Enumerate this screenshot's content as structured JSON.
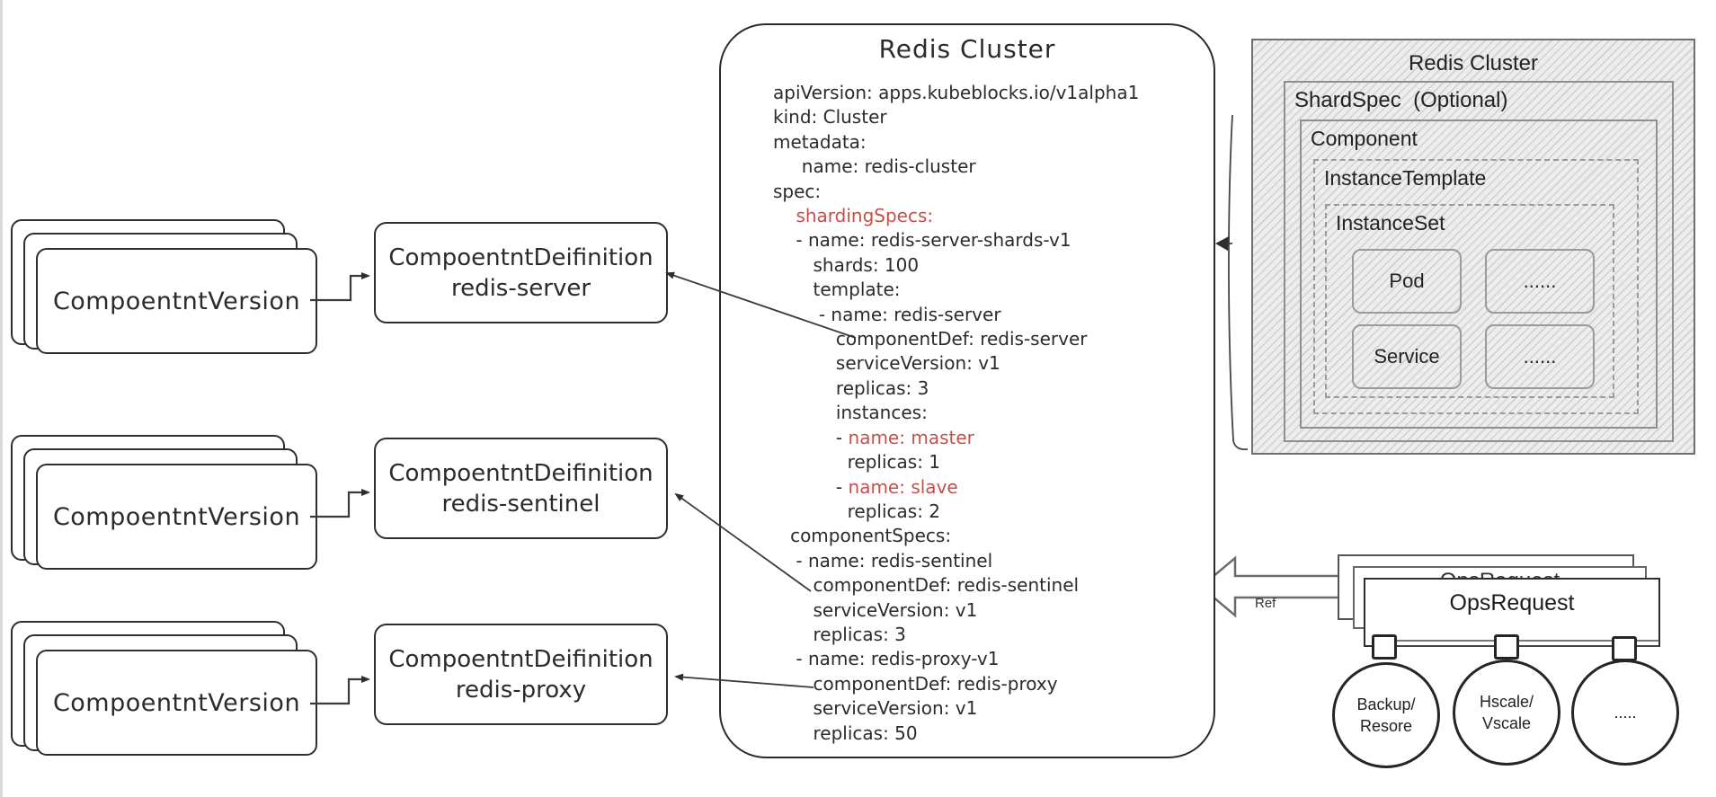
{
  "colors": {
    "ink": "#2b2b2b",
    "highlight_red": "#c5504b",
    "hatch_gray": "#d0d0d0",
    "border_gray": "#6f6f6f"
  },
  "left_rows": [
    {
      "stack_label": "CompoentntVersion",
      "def_line1": "CompoentntDeifinition",
      "def_line2": "redis-server"
    },
    {
      "stack_label": "CompoentntVersion",
      "def_line1": "CompoentntDeifinition",
      "def_line2": "redis-sentinel"
    },
    {
      "stack_label": "CompoentntVersion",
      "def_line1": "CompoentntDeifinition",
      "def_line2": "redis-proxy"
    }
  ],
  "cluster_box": {
    "title": "Redis Cluster",
    "yaml_lines": [
      {
        "pre": "apiVersion: apps.kubeblocks.io/v1alpha1",
        "hl": ""
      },
      {
        "pre": "kind: Cluster",
        "hl": ""
      },
      {
        "pre": "metadata:",
        "hl": ""
      },
      {
        "pre": "     name: redis-cluster",
        "hl": ""
      },
      {
        "pre": "spec:",
        "hl": ""
      },
      {
        "pre": "    ",
        "hl": "shardingSpecs:"
      },
      {
        "pre": "    - name: redis-server-shards-v1",
        "hl": ""
      },
      {
        "pre": "       shards: 100",
        "hl": ""
      },
      {
        "pre": "       template:",
        "hl": ""
      },
      {
        "pre": "        - name: redis-server",
        "hl": ""
      },
      {
        "pre": "           componentDef: redis-server",
        "hl": ""
      },
      {
        "pre": "           serviceVersion: v1",
        "hl": ""
      },
      {
        "pre": "           replicas: 3",
        "hl": ""
      },
      {
        "pre": "           instances:",
        "hl": ""
      },
      {
        "pre": "           - ",
        "hl": "name: master"
      },
      {
        "pre": "             replicas: 1",
        "hl": ""
      },
      {
        "pre": "           - ",
        "hl": "name: slave"
      },
      {
        "pre": "             replicas: 2",
        "hl": ""
      },
      {
        "pre": "   componentSpecs:",
        "hl": ""
      },
      {
        "pre": "    - name: redis-sentinel",
        "hl": ""
      },
      {
        "pre": "       componentDef: redis-sentinel",
        "hl": ""
      },
      {
        "pre": "       serviceVersion: v1",
        "hl": ""
      },
      {
        "pre": "       replicas: 3",
        "hl": ""
      },
      {
        "pre": "    - name: redis-proxy-v1",
        "hl": ""
      },
      {
        "pre": "       componentDef: redis-proxy",
        "hl": ""
      },
      {
        "pre": "       serviceVersion: v1",
        "hl": ""
      },
      {
        "pre": "       replicas: 50",
        "hl": ""
      }
    ]
  },
  "shard_diagram": {
    "title": "Redis Cluster",
    "shardspec_label": "ShardSpec  (Optional)",
    "component_label": "Component",
    "instance_template_label": "InstanceTemplate",
    "instance_set_label": "InstanceSet",
    "cells": [
      "Pod",
      "......",
      "Service",
      "......"
    ]
  },
  "ops": {
    "front_label": "OpsRequest",
    "back_label": "OpsRequest",
    "ref_label": "Ref",
    "circles": [
      "Backup/\nResore",
      "Hscale/\nVscale",
      "....."
    ]
  }
}
